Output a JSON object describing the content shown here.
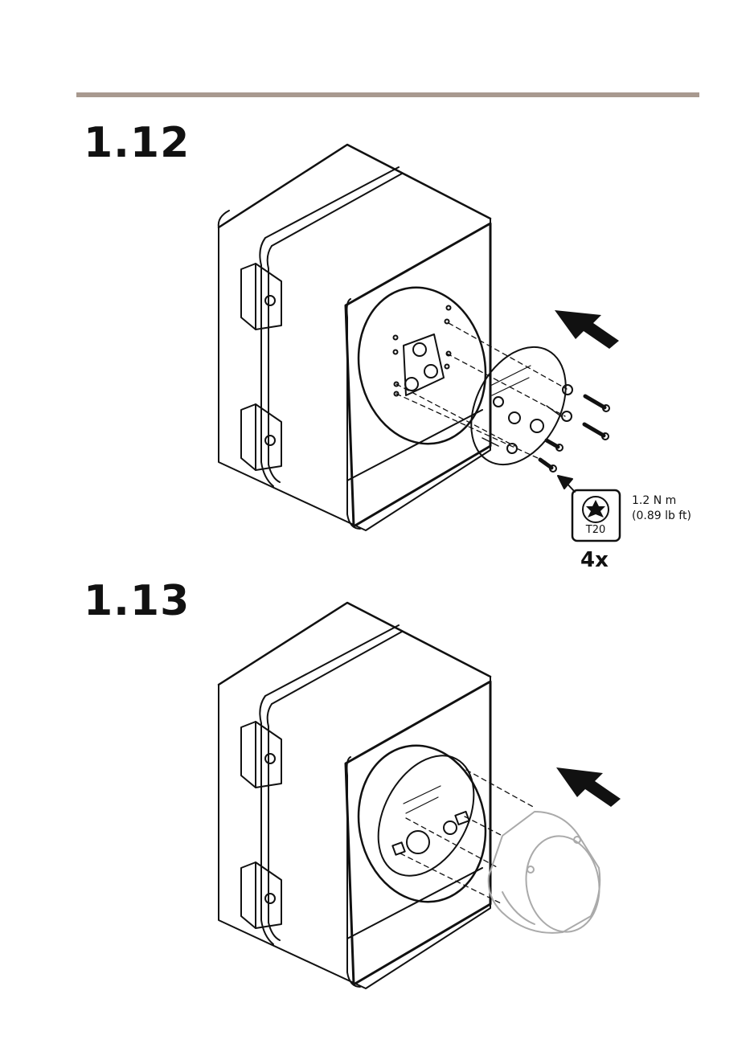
{
  "steps": [
    {
      "number": "1.12",
      "torque_value": "1.2 N m",
      "torque_imperial": "(0.89 lb ft)",
      "tool": "T20",
      "quantity": "4x",
      "icons": [
        "junction-box",
        "mounting-bracket",
        "screw",
        "push-arrow",
        "torx-bit"
      ]
    },
    {
      "number": "1.13",
      "icons": [
        "junction-box",
        "mounting-bracket",
        "dome-camera",
        "push-arrow"
      ]
    }
  ]
}
